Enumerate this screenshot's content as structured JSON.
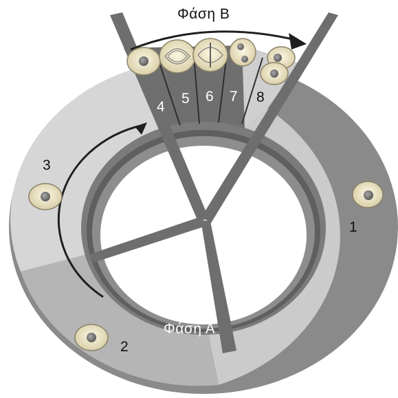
{
  "diagram": {
    "phase_b_label": "Φάση Β",
    "phase_a_label": "Φάση Α",
    "stages": [
      "1",
      "2",
      "3",
      "4",
      "5",
      "6",
      "7",
      "8"
    ]
  },
  "icons": {
    "cell": "cell-icon",
    "mitosis_cell": "dividing-cell-icon",
    "arrow": "arrow-icon"
  },
  "colors": {
    "ring_light": "#c7c7c7",
    "ring_mid": "#b3b3b3",
    "ring_dark": "#7a7a7a",
    "wedge_dark": "#6e6e6e",
    "spoke": "#6d6d6d",
    "cell_fill": "#efe6c6",
    "nucleus": "#8a8a8a"
  }
}
